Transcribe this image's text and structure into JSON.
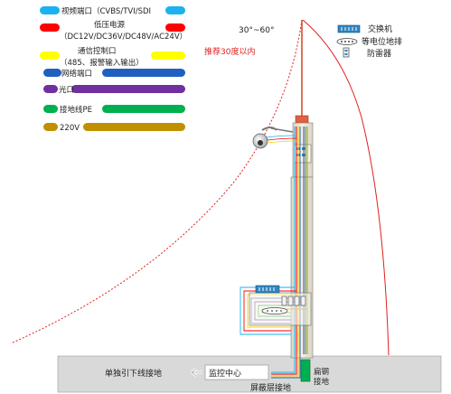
{
  "legend": {
    "video": {
      "label": "视频端口（CVBS/TVI/SDI",
      "color": "#1ab2f0"
    },
    "power": {
      "label_1": "低压电源",
      "label_2": "（DC12V/DC36V/DC48V/AC24V）",
      "color": "#ff0000"
    },
    "control": {
      "label_1": "通信控制口",
      "label_2": "（485、报警输入输出）",
      "color": "#ffff00"
    },
    "network": {
      "label": "网络端口",
      "color": "#1f5fbf"
    },
    "optical": {
      "label": "光口",
      "color": "#7030a0"
    },
    "pe": {
      "label": "接地线PE",
      "color": "#00b050"
    },
    "ac": {
      "label": "220V",
      "color": "#bf9000"
    }
  },
  "diagram": {
    "angle_label": "30°~60°",
    "recommend_label": "推荐30度以内",
    "switch_label": "交换机",
    "bonding_label": "等电位地排",
    "spd_label": "防雷器",
    "monitor_label": "监控中心",
    "separate_ground_label": "单独引下线接地",
    "shield_ground_label": "屏蔽层接地",
    "flat_steel_label_1": "扁钢",
    "flat_steel_label_2": "接地",
    "colors": {
      "rod": "#e06040",
      "pole": "#ece8d8",
      "pole_border": "#7f7f7f",
      "ground": "#d9d9d9",
      "dashed": "#e02020",
      "switch": "#2e86c1"
    }
  }
}
